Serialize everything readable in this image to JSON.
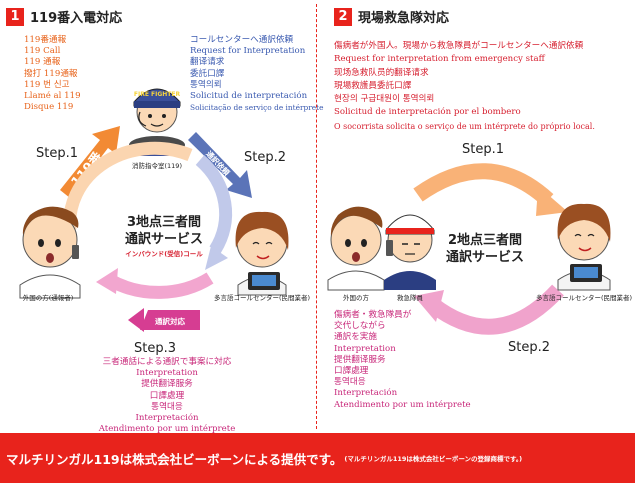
{
  "panel1": {
    "badge": "1",
    "title": "119番入電対応",
    "caller_lines": [
      "119番通報",
      "119 Call",
      "119 通報",
      "撥打 119通報",
      "119 번 신고",
      "Llamé al 119",
      "Disque 119"
    ],
    "request_lines": [
      "コールセンターへ通訳依頼",
      "Request for Interpretation",
      "翻译请求",
      "委託口譯",
      "통역의뢰",
      "Solicitud de interpretación",
      "Solicitação de serviço de intérprete"
    ],
    "step1": "Step.1",
    "step2": "Step.2",
    "step3": "Step.3",
    "arrow_119": "119番",
    "arrow_request": "通訳依頼",
    "arrow_response": "通訳対応",
    "center_title_1": "3地点三者間",
    "center_title_2": "通訳サービス",
    "center_sub": "インバウンド(受信)コール",
    "cap_dispatch": "消防指令室(119)",
    "cap_foreigner": "外国の方(通報者)",
    "cap_callcenter": "多言語コールセンター(民間業者)",
    "firefighter_cap": "FIRE FIGHTER",
    "response_lines": [
      "三者通話による通訳で事案に対応",
      "Interpretation",
      "提供翻译服务",
      "口譯處理",
      "통역대응",
      "Interpretación",
      "Atendimento por um intérprete"
    ]
  },
  "panel2": {
    "badge": "2",
    "title": "現場救急隊対応",
    "request_lines": [
      "傷病者が外国人。現場から救急隊員がコールセンターへ通訳依頼",
      "Request for interpretation from emergency staff",
      "现场急救队员的翻译请求",
      "現場救護員委託口譯",
      "현장의 구급대원이 통역의뢰",
      "Solicitud de interpretación por el bombero",
      "O socorrista solicita o serviço de um intérprete do próprio local."
    ],
    "step1": "Step.1",
    "step2": "Step.2",
    "center_title_1": "2地点三者間",
    "center_title_2": "通訳サービス",
    "cap_foreigner": "外国の方",
    "cap_paramedic": "救急隊員",
    "cap_callcenter": "多言語コールセンター(民間業者)",
    "response_lines": [
      "傷病者・救急隊員が",
      "交代しながら",
      "通訳を実施",
      "Interpretation",
      "提供翻译服务",
      "口譯處理",
      "통역대응",
      "Interpretación",
      "Atendimento por um intérprete"
    ]
  },
  "footer": {
    "main": "マルチリンガル119は株式会社ビーボーンによる提供です。",
    "note": "(マルチリンガル119は株式会社ビーボーンの登録商標です。)"
  }
}
